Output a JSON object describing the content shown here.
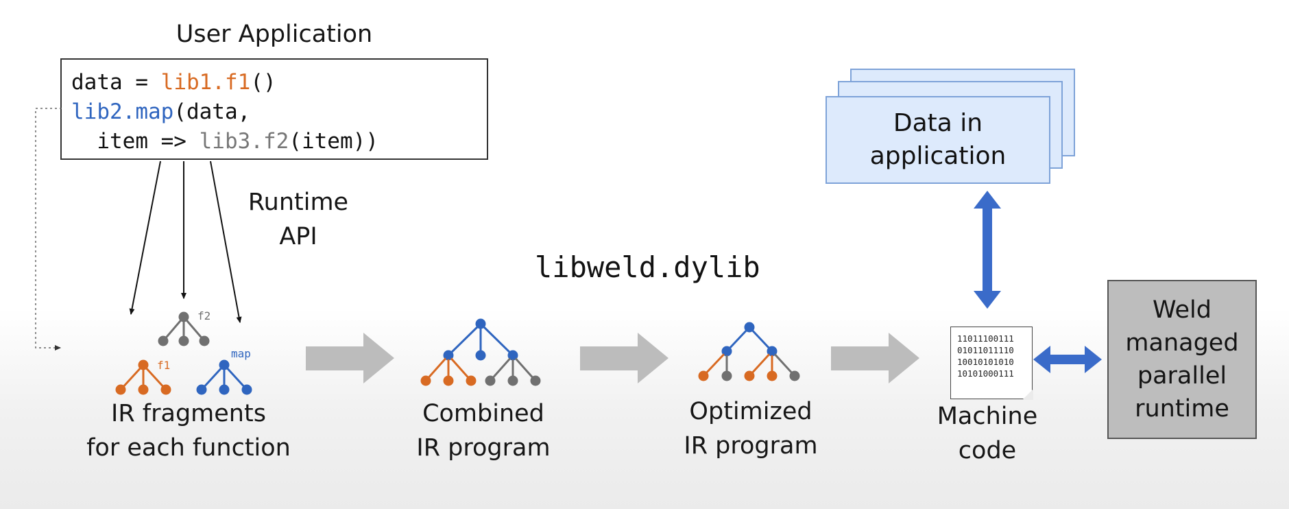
{
  "user_app": {
    "title": "User Application",
    "code": {
      "line1_var": "data = ",
      "line1_call": "lib1.f1",
      "line1_tail": "()",
      "line2_call": "lib2.map",
      "line2_tail": "(data,",
      "line3_head": "  item => ",
      "line3_call": "lib3.f2",
      "line3_tail": "(item))"
    }
  },
  "runtime_api": {
    "line1": "Runtime",
    "line2": "API"
  },
  "library": {
    "name": "libweld.dylib"
  },
  "data_card": {
    "line1": "Data in",
    "line2": "application"
  },
  "stages": {
    "ir_fragments": {
      "line1": "IR fragments",
      "line2": "for each function",
      "tree_f2_label": "f2",
      "tree_f1_label": "f1",
      "tree_map_label": "map"
    },
    "combined": {
      "line1": "Combined",
      "line2": "IR program"
    },
    "optimized": {
      "line1": "Optimized",
      "line2": "IR program"
    },
    "machine": {
      "line1": "Machine",
      "line2": "code",
      "binary": [
        "11011100111",
        "01011011110",
        "10010101010",
        "10101000111"
      ]
    },
    "weld": {
      "line1": "Weld",
      "line2": "managed",
      "line3": "parallel",
      "line4": "runtime"
    }
  },
  "colors": {
    "orange": "#d86a22",
    "blue": "#2f65bf",
    "gray": "#707070",
    "big_arrow": "#bcbcbc",
    "double_arrow": "#3a6bc9",
    "card_fill": "#ddeafc",
    "card_border": "#7da2d8",
    "weld_fill": "#bdbdbd"
  }
}
